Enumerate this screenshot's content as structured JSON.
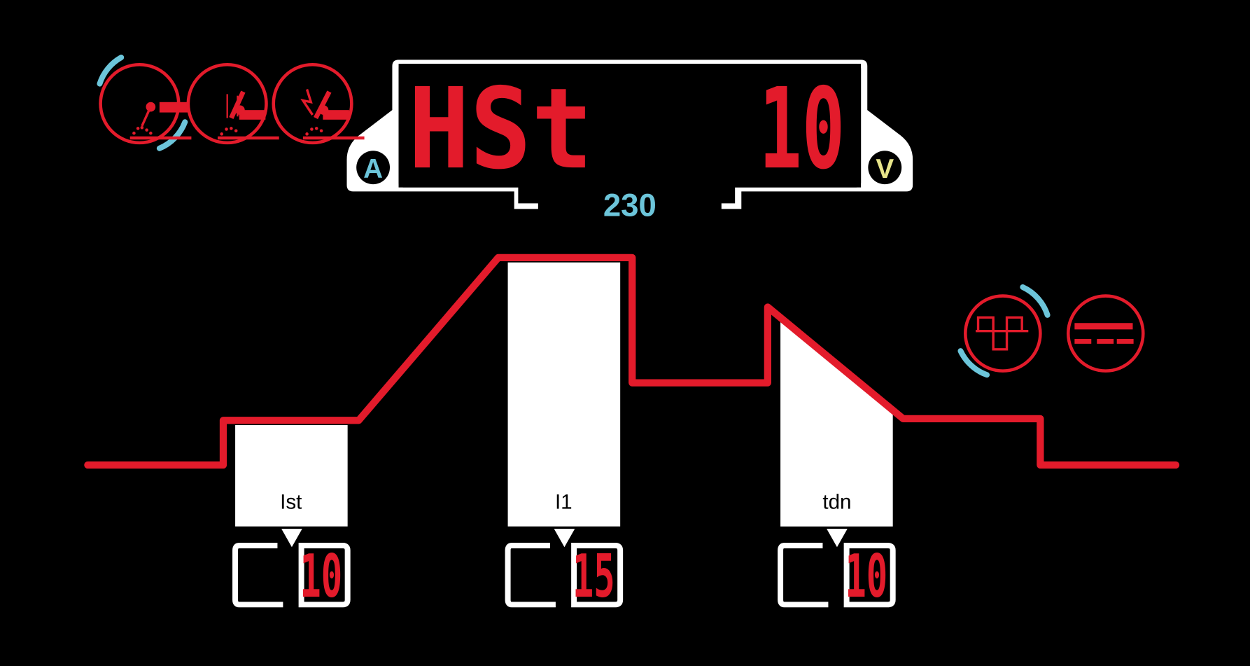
{
  "display": {
    "left_value": "HSt",
    "right_value": "10",
    "left_unit": "A",
    "right_unit": "V",
    "sub_value": "230"
  },
  "process_modes": [
    {
      "name": "mma",
      "active": true
    },
    {
      "name": "tig-lift",
      "active": false
    },
    {
      "name": "tig-hf",
      "active": false
    }
  ],
  "output_modes": [
    {
      "name": "pulse",
      "active": true
    },
    {
      "name": "dc",
      "active": false
    }
  ],
  "parameters": [
    {
      "label": "Ist",
      "value": "10"
    },
    {
      "label": "I1",
      "value": "15"
    },
    {
      "label": "tdn",
      "value": "10"
    }
  ],
  "colors": {
    "red": "#e31b2b",
    "teal": "#6cc5da",
    "yellow": "#e8e58a",
    "white": "#ffffff",
    "background": "#000000"
  }
}
